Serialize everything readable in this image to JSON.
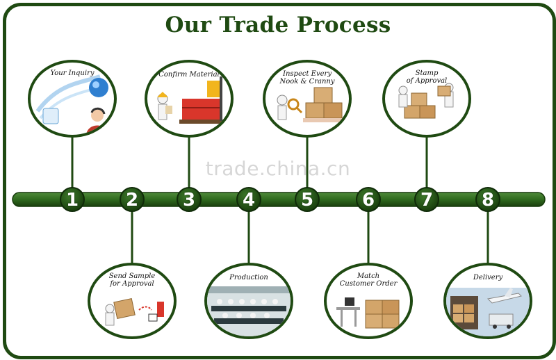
{
  "title": "Our Trade Process",
  "watermark": "trade.china.cn",
  "colors": {
    "frame": "#1f4a12",
    "timeline": "#2f6a1e",
    "number": "#ffffff"
  },
  "steps": [
    {
      "number": "1",
      "label": "Your Inquiry"
    },
    {
      "number": "2",
      "label": "Send Sample\nfor Approval"
    },
    {
      "number": "3",
      "label": "Confirm Material"
    },
    {
      "number": "4",
      "label": "Production"
    },
    {
      "number": "5",
      "label": "Inspect Every\nNook & Cranny"
    },
    {
      "number": "6",
      "label": "Match\nCustomer Order"
    },
    {
      "number": "7",
      "label": "Stamp\nof Approval"
    },
    {
      "number": "8",
      "label": "Delivery"
    }
  ]
}
